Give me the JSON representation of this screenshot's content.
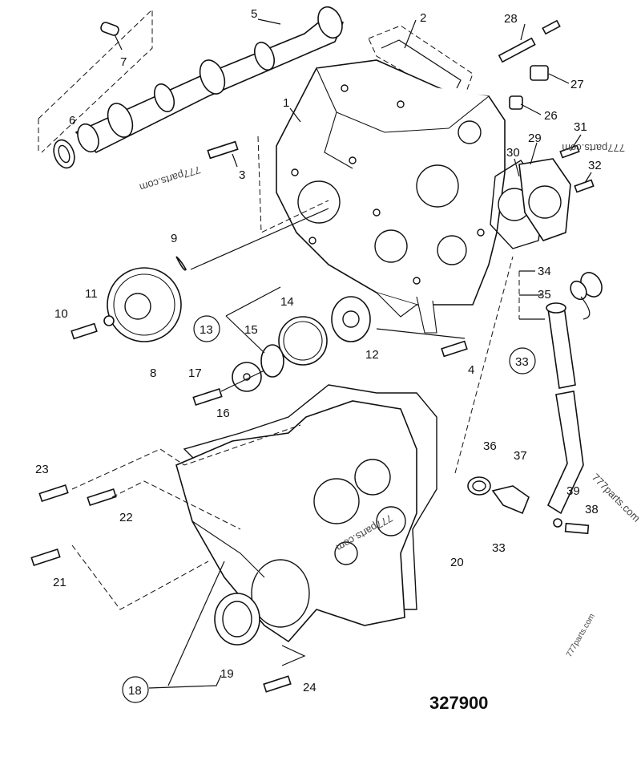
{
  "drawing_number": "327900",
  "watermarks": {
    "top_left": "777parts.com",
    "top_right": "777parts.com",
    "middle": "777parts.com",
    "right": "777parts.com",
    "bottom_right": "777parts.com"
  },
  "labels": {
    "p1": "1",
    "p2": "2",
    "p3": "3",
    "p4": "4",
    "p5": "5",
    "p6": "6",
    "p7": "7",
    "p8": "8",
    "p9": "9",
    "p10": "10",
    "p11": "11",
    "p12": "12",
    "p13": "13",
    "p14": "14",
    "p15": "15",
    "p16": "16",
    "p17": "17",
    "p18": "18",
    "p19": "19",
    "p20": "20",
    "p21": "21",
    "p22": "22",
    "p23": "23",
    "p24": "24",
    "p26": "26",
    "p27": "27",
    "p28": "28",
    "p29": "29",
    "p30": "30",
    "p31": "31",
    "p32": "32",
    "p33a": "33",
    "p33b": "33",
    "p34": "34",
    "p35": "35",
    "p36": "36",
    "p37": "37",
    "p38": "38",
    "p39": "39"
  }
}
